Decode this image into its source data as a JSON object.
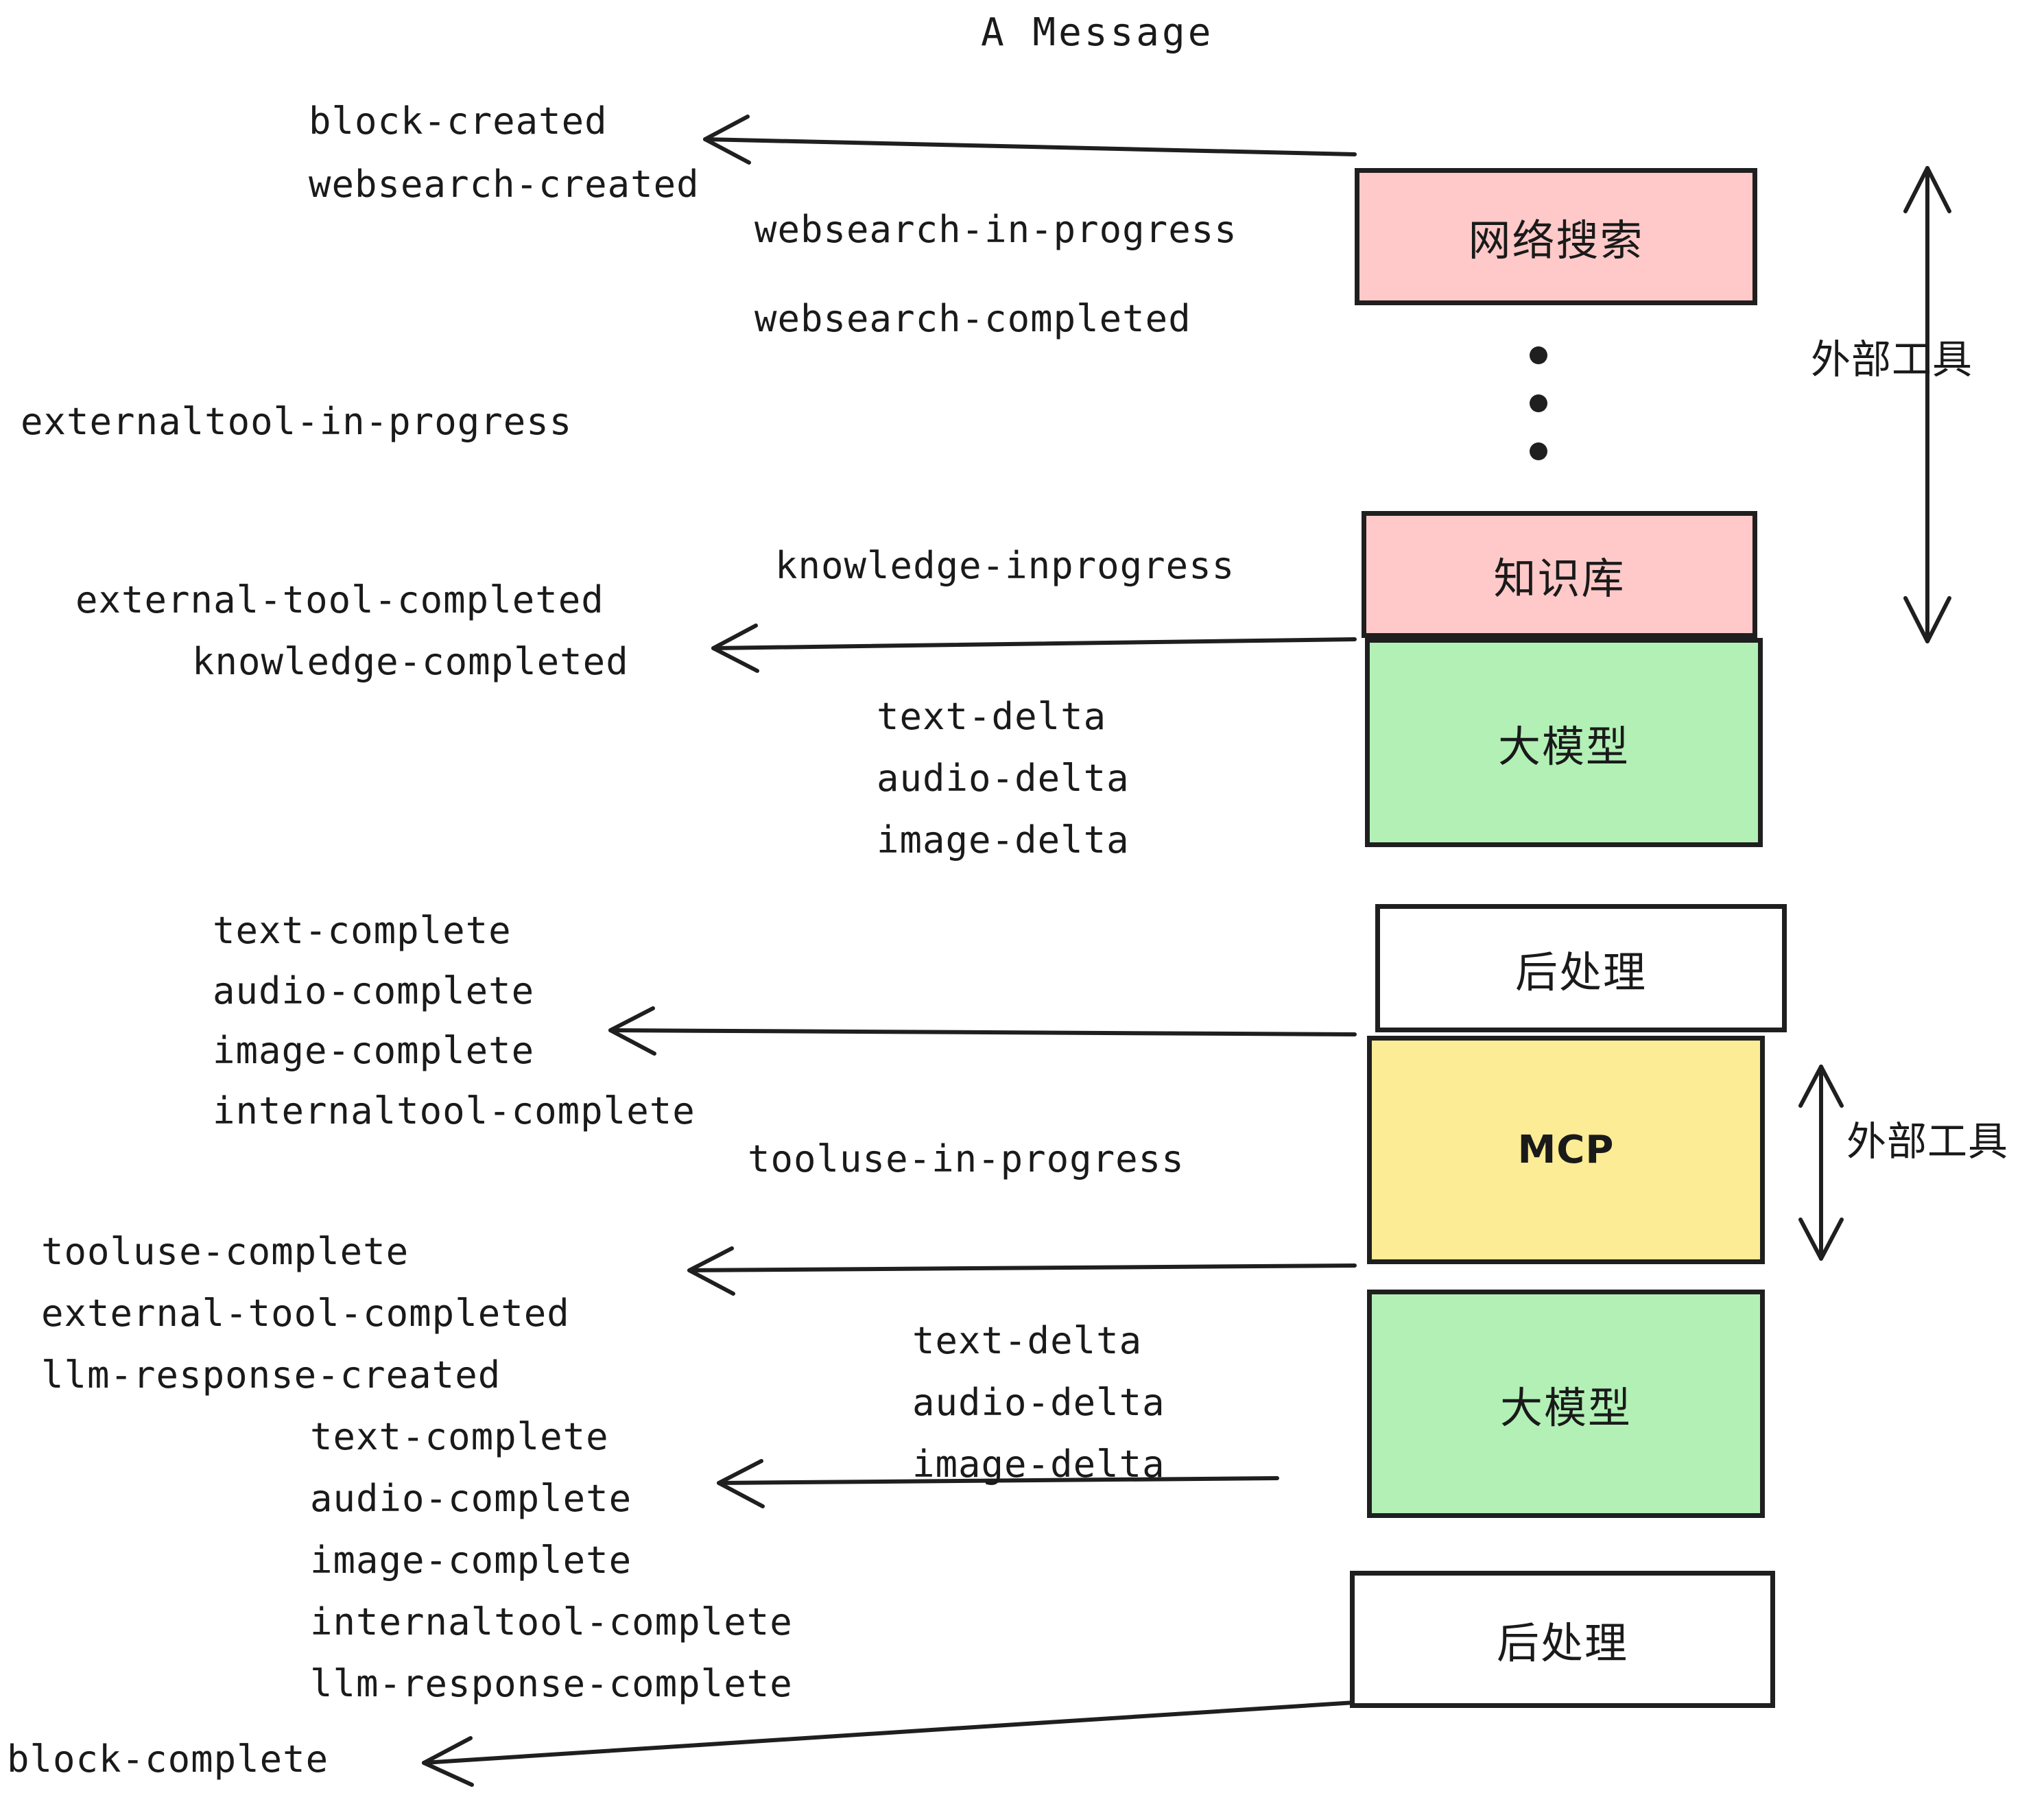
{
  "title": "A Message",
  "colors": {
    "pink": "#FFC9C9",
    "green": "#B2F0B6",
    "yellow": "#FCEC95",
    "white": "#FFFFFF",
    "stroke": "#1F1F1F",
    "text": "#1A1A1A"
  },
  "boxes": [
    {
      "id": "websearch",
      "label": "网络搜索",
      "fill": "#FFC9C9"
    },
    {
      "id": "knowledge",
      "label": "知识库",
      "fill": "#FFC9C9"
    },
    {
      "id": "llm-1",
      "label": "大模型",
      "fill": "#B2F0B6"
    },
    {
      "id": "postprocess-1",
      "label": "后处理",
      "fill": "#FFFFFF"
    },
    {
      "id": "mcp",
      "label": "MCP",
      "fill": "#FCEC95"
    },
    {
      "id": "llm-2",
      "label": "大模型",
      "fill": "#B2F0B6"
    },
    {
      "id": "postprocess-2",
      "label": "后处理",
      "fill": "#FFFFFF"
    }
  ],
  "side_labels": [
    {
      "id": "external-tool-top",
      "label": "外部工具"
    },
    {
      "id": "external-tool-bottom",
      "label": "外部工具"
    }
  ],
  "events": {
    "block_created": "block-created",
    "websearch_created": "websearch-created",
    "websearch_in_progress": "websearch-in-progress",
    "websearch_completed": "websearch-completed",
    "externaltool_in_progress": "externaltool-in-progress",
    "knowledge_inprogress": "knowledge-inprogress",
    "external_tool_completed_1": "external-tool-completed",
    "knowledge_completed": "knowledge-completed",
    "text_delta_1": "text-delta",
    "audio_delta_1": "audio-delta",
    "image_delta_1": "image-delta",
    "text_complete_1": "text-complete",
    "audio_complete_1": "audio-complete",
    "image_complete_1": "image-complete",
    "internaltool_complete_1": "internaltool-complete",
    "tooluse_in_progress": "tooluse-in-progress",
    "tooluse_complete": "tooluse-complete",
    "external_tool_completed_2": "external-tool-completed",
    "llm_response_created": "llm-response-created",
    "text_delta_2": "text-delta",
    "audio_delta_2": "audio-delta",
    "image_delta_2": "image-delta",
    "text_complete_2": "text-complete",
    "audio_complete_2": "audio-complete",
    "image_complete_2": "image-complete",
    "internaltool_complete_2": "internaltool-complete",
    "llm_response_complete": "llm-response-complete",
    "block_complete": "block-complete"
  }
}
